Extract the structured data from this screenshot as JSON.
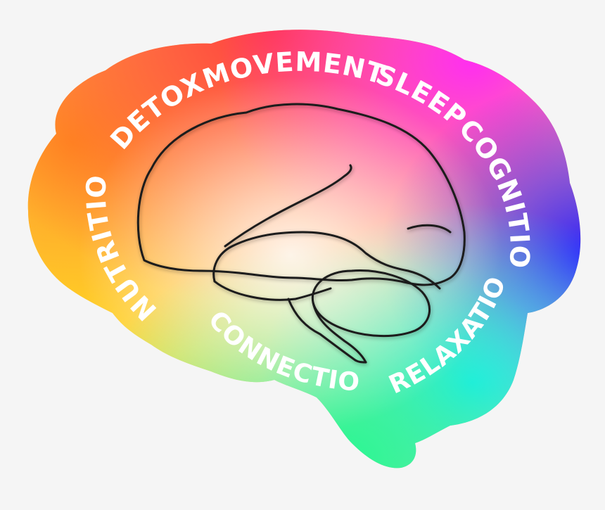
{
  "labels": {
    "detox": "DETOX",
    "movement": "MOVEMENT",
    "sleep": "SLEEP",
    "cognition": "COGNITION",
    "nutrition": "NUTRITION",
    "connection": "CONNECTION",
    "relaxation": "RELAXATION"
  },
  "colors": {
    "background": "#f5f5f5",
    "red": "#ff3a3a",
    "orange": "#ff9a1a",
    "yellow": "#ffe31a",
    "magenta": "#ff2ef0",
    "blue": "#2a1aff",
    "cyan": "#22e8ff",
    "green": "#1dfa93",
    "outline": "#1a1a1a",
    "text": "#ffffff"
  }
}
